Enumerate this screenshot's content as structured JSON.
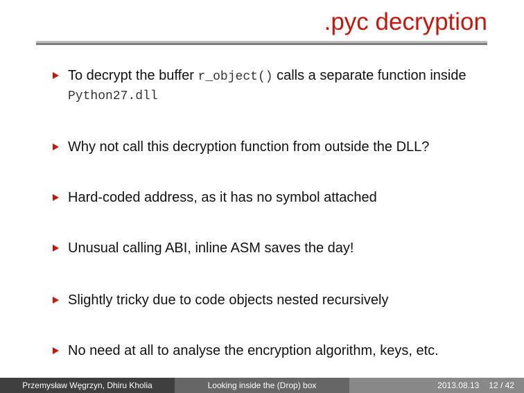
{
  "title": ".pyc decryption",
  "items": [
    {
      "parts": [
        "To decrypt the buffer ",
        "r_object()",
        " calls a separate function inside ",
        "Python27.dll"
      ]
    },
    {
      "text": "Why not call this decryption function from outside the DLL?"
    },
    {
      "text": "Hard-coded address, as it has no symbol attached"
    },
    {
      "text": "Unusual calling ABI, inline ASM saves the day!"
    },
    {
      "text": "Slightly tricky due to code objects nested recursively"
    },
    {
      "text": "No need at all to analyse the encryption algorithm, keys, etc."
    }
  ],
  "footer": {
    "authors": "Przemysław Węgrzyn, Dhiru Kholia",
    "talk": "Looking inside the (Drop) box",
    "date": "2013.08.13",
    "page": "12 / 42"
  },
  "colors": {
    "accent": "#c4170e"
  }
}
